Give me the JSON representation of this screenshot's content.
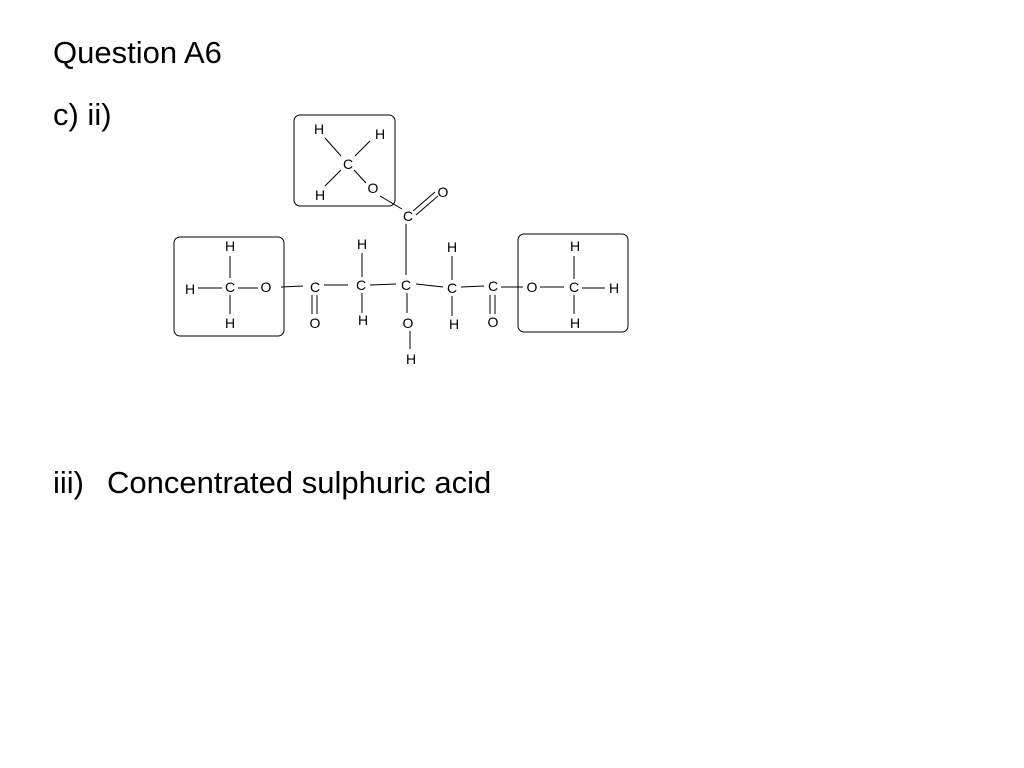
{
  "question": {
    "title": "Question A6",
    "part": "c) ii)",
    "part_iii_label": "iii)",
    "part_iii_answer": "Concentrated sulphuric acid"
  },
  "molecule": {
    "atoms": {
      "top_h1": "H",
      "top_h2": "H",
      "top_h3": "H",
      "top_c": "C",
      "top_o": "O",
      "ester_c_top": "C",
      "ester_o_top": "O",
      "left_h_top": "H",
      "left_h_left": "H",
      "left_c": "C",
      "left_h_bottom": "H",
      "left_o": "O",
      "chain_c1": "C",
      "chain_o1": "O",
      "chain_c2": "C",
      "chain_c2_h_top": "H",
      "chain_c2_h_bottom": "H",
      "chain_c3": "C",
      "chain_oh_o": "O",
      "chain_oh_h": "H",
      "chain_c4": "C",
      "chain_c4_h_top": "H",
      "chain_c4_h_bottom": "H",
      "chain_c5": "C",
      "chain_o5": "O",
      "right_o": "O",
      "right_c": "C",
      "right_h_top": "H",
      "right_h_right": "H",
      "right_h_bottom": "H"
    }
  }
}
